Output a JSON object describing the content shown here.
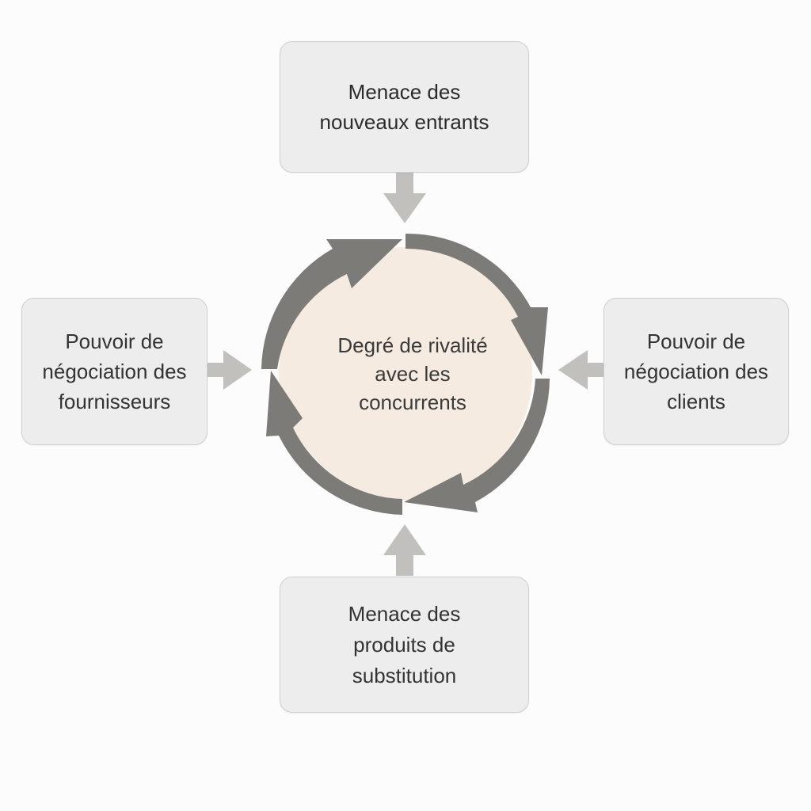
{
  "diagram": {
    "center": {
      "lines": [
        "Degré de rivalité",
        "avec les",
        "concurrents"
      ]
    },
    "forces": {
      "top": {
        "lines": [
          "Menace des",
          "nouveaux entrants"
        ]
      },
      "left": {
        "lines": [
          "Pouvoir de",
          "négociation des",
          "fournisseurs"
        ]
      },
      "right": {
        "lines": [
          "Pouvoir de",
          "négociation des",
          "clients"
        ]
      },
      "bottom": {
        "lines": [
          "Menace des",
          "produits de",
          "substitution"
        ]
      }
    },
    "colors": {
      "background": "#fcfcfc",
      "box_fill": "#ededed",
      "box_border": "#cfcfcf",
      "circle_fill": "#f5ebe0",
      "cycle_arrows": "#7d7b78",
      "input_arrows": "#c2c0bd",
      "text": "#333333"
    }
  }
}
